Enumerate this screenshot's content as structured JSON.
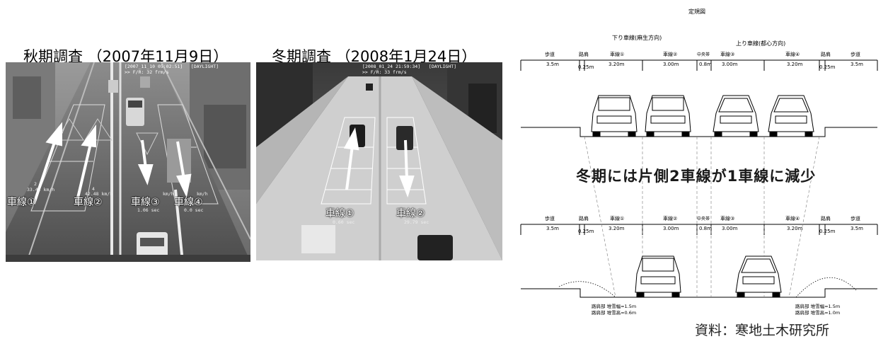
{
  "autumn": {
    "title": "秋期調査 （2007年11月9日）",
    "hud_line1": "[2007_11_10 05:02:51]   [DAYLIGHT]",
    "hud_line2": ">> F/R: 32 frm/s",
    "overlay": {
      "lane_no_1": "2",
      "lane_no_2": "4",
      "speed_1": "33.42 km/h",
      "speed_2": "42.48 km/h",
      "speed_3": "km/h",
      "speed_4": "km/h",
      "time_1": "1.06 sec",
      "time_2": "0.0 sec"
    },
    "lanes": [
      "車線①",
      "車線②",
      "車線③",
      "車線④"
    ]
  },
  "winter": {
    "title": "冬期調査 （2008年1月24日）",
    "hud_line1": "[2008_01_24 21:59:34]   [DAYLIGHT]",
    "hud_line2": ">> F/R: 33 frm/s",
    "overlay": {
      "time_1": "0.60 sec",
      "time_2": "29.79 sec"
    },
    "lanes": [
      "車線①",
      "車線②"
    ]
  },
  "diagram": {
    "title": "定規図",
    "direction_down": "下り車線(麻生方向)",
    "direction_up": "上り車線(都心方向)",
    "column_labels": [
      "歩道",
      "路肩",
      "車線①",
      "車線②",
      "中央帯",
      "車線③",
      "車線④",
      "路肩",
      "歩道"
    ],
    "column_widths": [
      "3.5m",
      "0.25m",
      "3.20m",
      "3.00m",
      "0.8m",
      "3.00m",
      "3.20m",
      "0.25m",
      "3.5m"
    ],
    "message": "冬期には片側2車線が1車線に減少",
    "snow_left_1": "路肩部 堆雪幅=1.5m",
    "snow_left_2": "路肩部 堆雪高=0.6m",
    "snow_right_1": "路肩部 堆雪幅=1.5m",
    "snow_right_2": "路肩部 堆雪高=1.0m"
  },
  "credit": "資料：寒地土木研究所"
}
